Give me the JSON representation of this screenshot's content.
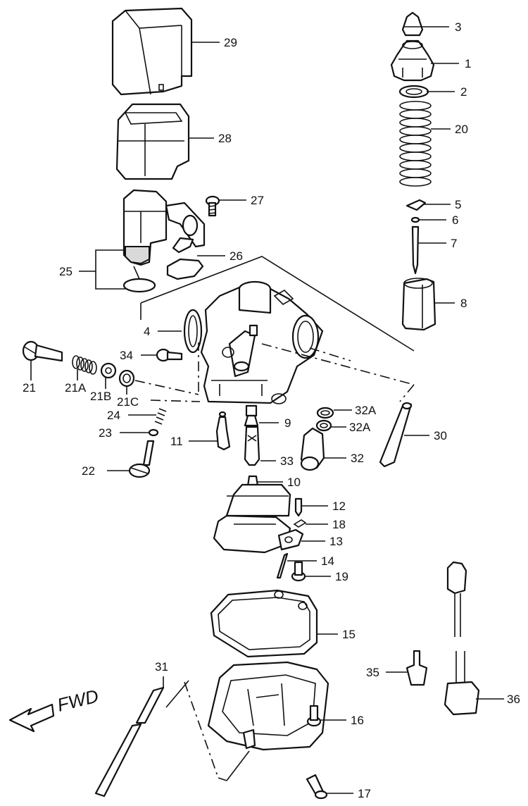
{
  "diagram": {
    "direction_label": "FWD",
    "callouts": {
      "c1": "1",
      "c2": "2",
      "c3": "3",
      "c4": "4",
      "c5": "5",
      "c6": "6",
      "c7": "7",
      "c8": "8",
      "c9": "9",
      "c10": "10",
      "c11": "11",
      "c12": "12",
      "c13": "13",
      "c14": "14",
      "c15": "15",
      "c16": "16",
      "c17": "17",
      "c18": "18",
      "c19": "19",
      "c20": "20",
      "c21": "21",
      "c21a": "21A",
      "c21b": "21B",
      "c21c": "21C",
      "c22": "22",
      "c23": "23",
      "c24": "24",
      "c25": "25",
      "c26": "26",
      "c27": "27",
      "c28": "28",
      "c29": "29",
      "c30": "30",
      "c31": "31",
      "c32": "32",
      "c32a_1": "32A",
      "c32a_2": "32A",
      "c33": "33",
      "c34": "34",
      "c35": "35",
      "c36": "36"
    },
    "colors": {
      "line": "#111111",
      "background": "#ffffff",
      "shade": "#d9d9d9"
    }
  }
}
